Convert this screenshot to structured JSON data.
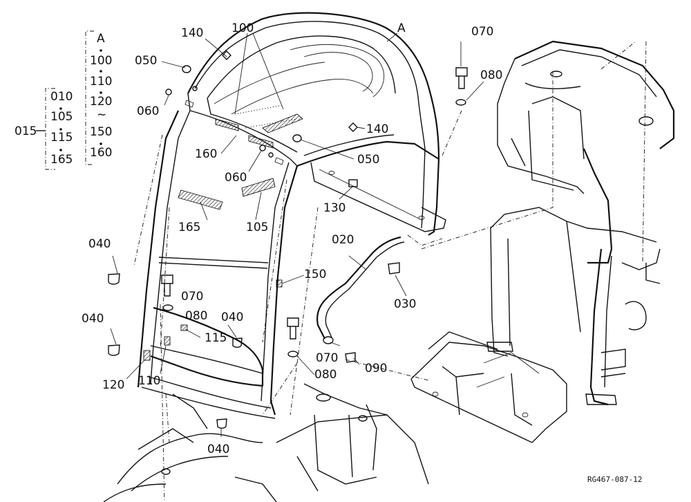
{
  "labels": {
    "p050a": "050",
    "p140a": "140",
    "p100": "100",
    "pA": "A",
    "p070a": "070",
    "p080a": "080",
    "p060a": "060",
    "p140b": "140",
    "p160": "160",
    "p050b": "050",
    "p060b": "060",
    "p165": "165",
    "p105": "105",
    "p130": "130",
    "p020": "020",
    "p040a": "040",
    "p150": "150",
    "p030": "030",
    "p070b": "070",
    "p080b": "080",
    "p040b": "040",
    "p115": "115",
    "p040c": "040",
    "p070c": "070",
    "p090": "090",
    "p120": "120",
    "p110": "110",
    "p080c": "080",
    "p040d": "040"
  },
  "group": {
    "right_column": [
      "A",
      "100",
      "110",
      "120",
      "~",
      "150",
      "160"
    ],
    "left_column": [
      "010",
      "105",
      "115",
      "165"
    ],
    "group_label": "015"
  },
  "drawing_code": "RG467-087-12"
}
